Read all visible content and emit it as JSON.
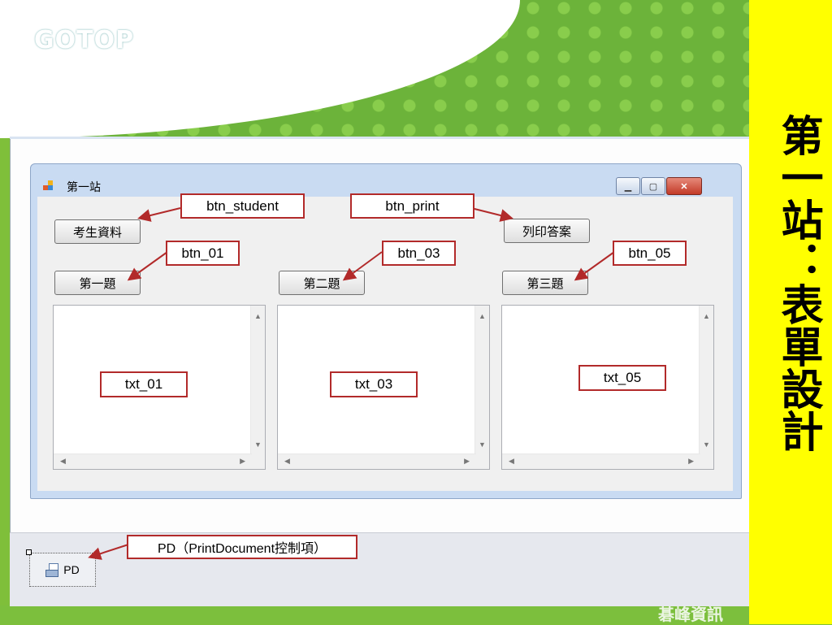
{
  "slide": {
    "logo": "GOTOP",
    "title": "第一站：表單設計",
    "footer_text": "碁峰資訊"
  },
  "form": {
    "title": "第一站",
    "buttons": {
      "student": "考生資料",
      "print": "列印答案",
      "q1": "第一題",
      "q2": "第二題",
      "q3": "第三題"
    },
    "window_controls": {
      "minimize": "▁",
      "maximize": "▢",
      "close": "✕"
    }
  },
  "tray": {
    "component_label": "PD"
  },
  "callouts": {
    "btn_student": "btn_student",
    "btn_print": "btn_print",
    "btn_01": "btn_01",
    "btn_03": "btn_03",
    "btn_05": "btn_05",
    "txt_01": "txt_01",
    "txt_03": "txt_03",
    "txt_05": "txt_05",
    "pd": "PD（PrintDocument控制項）"
  },
  "scroll_glyphs": {
    "up": "▲",
    "down": "▼",
    "left": "◀",
    "right": "▶"
  },
  "colors": {
    "banner": "#ffff00",
    "callout_border": "#b22a2a",
    "slide_green": "#6cb33a",
    "form_frame": "#c9dbf2"
  }
}
